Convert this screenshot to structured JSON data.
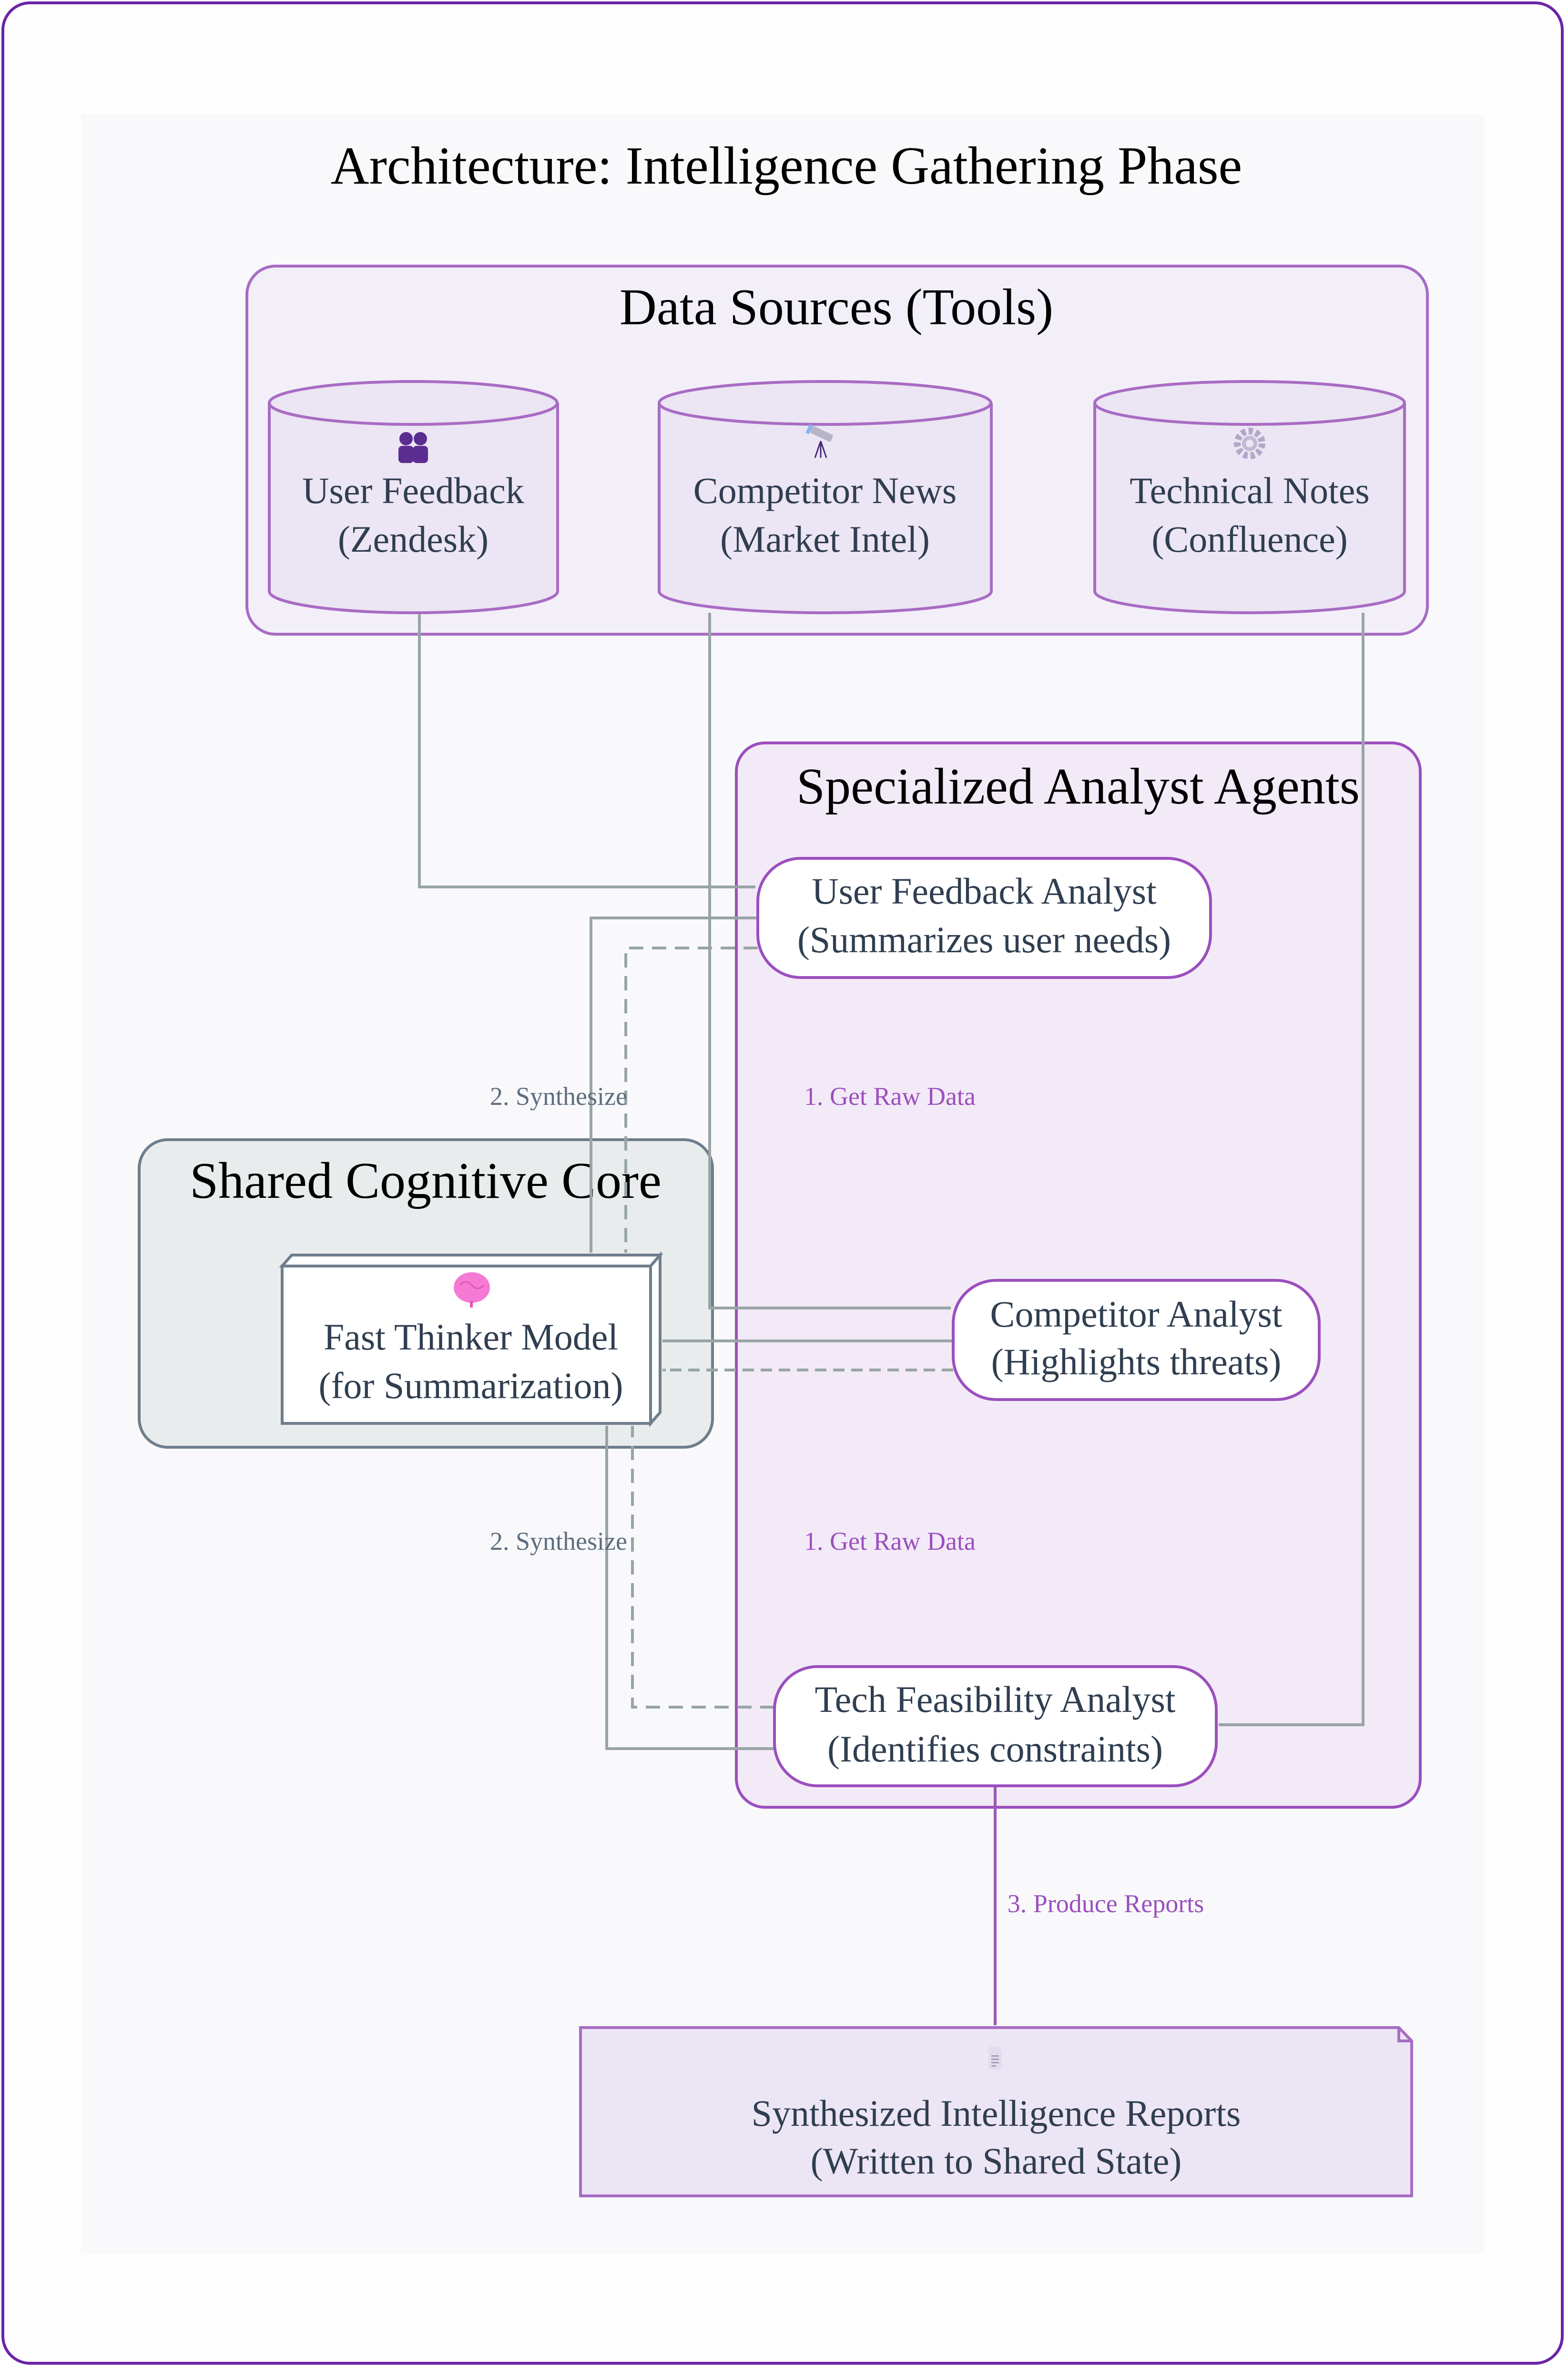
{
  "title": "Architecture: Intelligence Gathering Phase",
  "colors": {
    "frame_border": "#6b24a6",
    "canvas_bg": "#f9f9fb",
    "cluster_purple_fill": "#f3eff9",
    "cluster_purple_stroke": "#a86cc4",
    "agents_fill": "#f3eaf7",
    "agents_stroke": "#9b4fbe",
    "core_fill": "#e9eced",
    "core_stroke": "#6f7e8c",
    "node_text": "#2f3e50",
    "edge_gray": "#98a5a5",
    "edge_purple": "#9b59b6",
    "label_gray": "#5d6d7e",
    "label_purple": "#9b4fbe"
  },
  "clusters": {
    "data_sources": {
      "label": "Data Sources (Tools)"
    },
    "analysts": {
      "label": "Specialized Analyst Agents"
    },
    "core": {
      "label": "Shared Cognitive Core"
    }
  },
  "nodes": {
    "user_feedback_source": {
      "icon": "users-icon",
      "line1": "User Feedback",
      "line2": "(Zendesk)"
    },
    "competitor_news_source": {
      "icon": "telescope-icon",
      "line1": "Competitor News",
      "line2": "(Market Intel)"
    },
    "technical_notes_source": {
      "icon": "gear-icon",
      "line1": "Technical Notes",
      "line2": "(Confluence)"
    },
    "user_feedback_analyst": {
      "line1": "User Feedback Analyst",
      "line2": "(Summarizes user needs)"
    },
    "competitor_analyst": {
      "line1": "Competitor Analyst",
      "line2": "(Highlights threats)"
    },
    "tech_feasibility_analyst": {
      "line1": "Tech Feasibility Analyst",
      "line2": "(Identifies constraints)"
    },
    "fast_thinker": {
      "icon": "brain-icon",
      "line1": "Fast Thinker Model",
      "line2": "(for Summarization)"
    },
    "reports": {
      "icon": "document-icon",
      "line1": "Synthesized Intelligence Reports",
      "line2": "(Written to Shared State)"
    }
  },
  "edge_labels": {
    "synthesize_top": "2. Synthesize",
    "get_raw_data_top": "1. Get Raw Data",
    "synthesize_bottom": "2. Synthesize",
    "get_raw_data_bottom": "1. Get Raw Data",
    "produce_reports": "3. Produce Reports"
  },
  "edges": [
    {
      "from": "user_feedback_source",
      "to": "user_feedback_analyst",
      "style": "solid"
    },
    {
      "from": "competitor_news_source",
      "to": "competitor_analyst",
      "style": "solid"
    },
    {
      "from": "technical_notes_source",
      "to": "tech_feasibility_analyst",
      "style": "solid"
    },
    {
      "from": "user_feedback_analyst",
      "to": "fast_thinker",
      "style": "solid"
    },
    {
      "from": "user_feedback_analyst",
      "to": "fast_thinker",
      "style": "dashed"
    },
    {
      "from": "competitor_analyst",
      "to": "fast_thinker",
      "style": "solid"
    },
    {
      "from": "competitor_analyst",
      "to": "fast_thinker",
      "style": "dashed"
    },
    {
      "from": "tech_feasibility_analyst",
      "to": "fast_thinker",
      "style": "solid"
    },
    {
      "from": "tech_feasibility_analyst",
      "to": "fast_thinker",
      "style": "dashed"
    },
    {
      "from": "tech_feasibility_analyst",
      "to": "reports",
      "style": "solid-purple"
    }
  ]
}
